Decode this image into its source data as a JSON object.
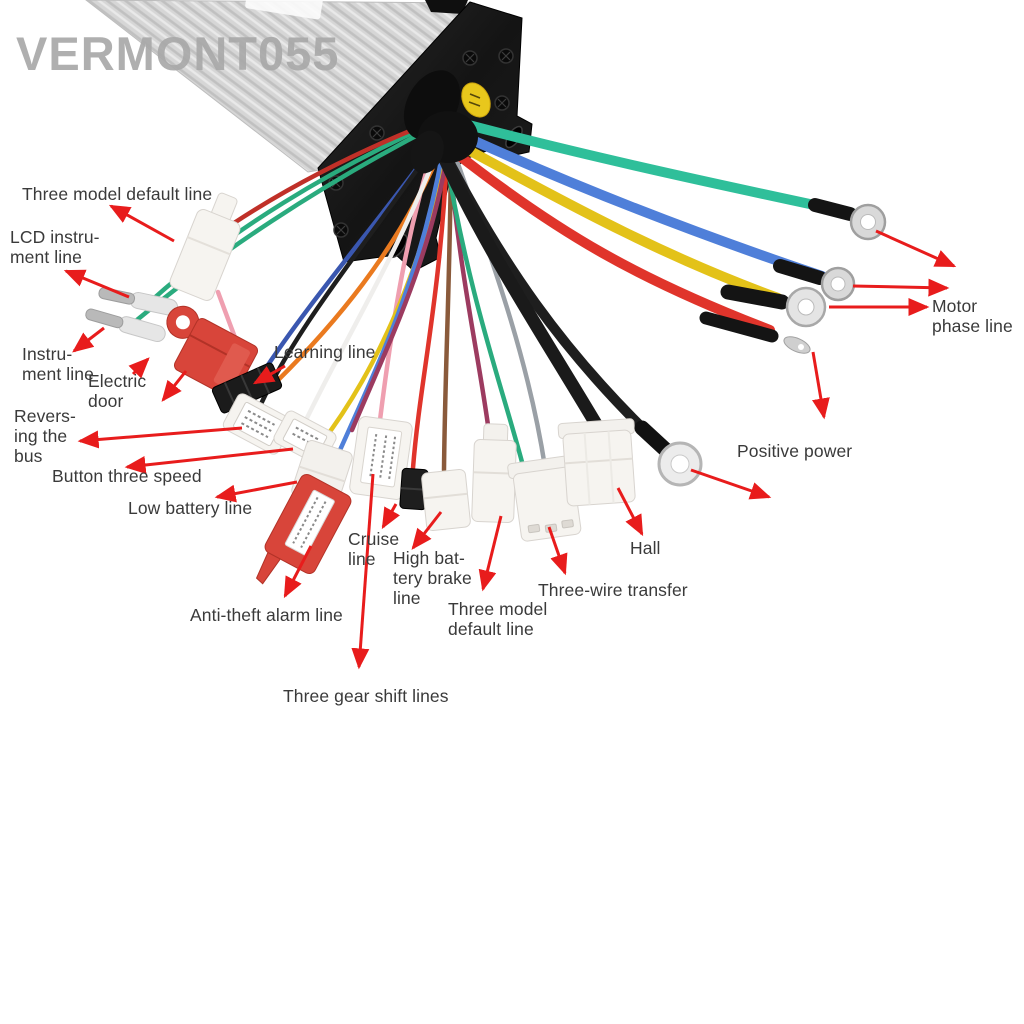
{
  "watermark": "VERMONT055",
  "colors": {
    "arrow": "#e81c1c",
    "label_text": "#3a3a3a",
    "watermark": "#a9a9a9",
    "body_silver": "#d6d6d6",
    "plate_black": "#161616",
    "sticker_yellow": "#e8c71c",
    "connector_white": "#f6f4f0",
    "connector_red": "#d8453a",
    "metal": "#d9d9d9",
    "wire_teal": "#2fbf9a",
    "wire_blue": "#4f7fd9",
    "wire_yellow": "#e3c219",
    "wire_red": "#e0342b",
    "wire_black": "#1e1e1e",
    "wire_green": "#2aab7e",
    "wire_pink": "#ef9fb0",
    "wire_orange": "#ea7a1f",
    "wire_purple": "#9c3b60",
    "wire_brown": "#8a5a3b",
    "wire_white": "#efeeec",
    "wire_gray": "#9aa0a6",
    "wire_navy": "#3a57b0",
    "wire_darkred": "#c03028"
  },
  "labels": [
    {
      "id": "three-model-default-top",
      "text": "Three model default line"
    },
    {
      "id": "lcd-instrument-line",
      "text": "LCD instru-\nment line"
    },
    {
      "id": "instrument-line",
      "text": "Instru-\nment line"
    },
    {
      "id": "electric-door",
      "text": "Electric\ndoor"
    },
    {
      "id": "learning-line",
      "text": "Learning line"
    },
    {
      "id": "reversing-the-bus",
      "text": "Revers-\ning the\nbus"
    },
    {
      "id": "button-three-speed",
      "text": "Button three speed"
    },
    {
      "id": "low-battery-line",
      "text": "Low battery line"
    },
    {
      "id": "cruise-line",
      "text": "Cruise\nline"
    },
    {
      "id": "high-battery-brake-line",
      "text": "High bat-\ntery brake\nline"
    },
    {
      "id": "anti-theft-alarm-line",
      "text": "Anti-theft alarm line"
    },
    {
      "id": "three-model-default-bottom",
      "text": "Three model\ndefault line"
    },
    {
      "id": "three-wire-transfer",
      "text": "Three-wire transfer"
    },
    {
      "id": "hall",
      "text": "Hall"
    },
    {
      "id": "positive-power",
      "text": "Positive power"
    },
    {
      "id": "motor-phase-line",
      "text": "Motor\nphase line"
    },
    {
      "id": "three-gear-shift-lines",
      "text": "Three gear shift lines"
    }
  ]
}
